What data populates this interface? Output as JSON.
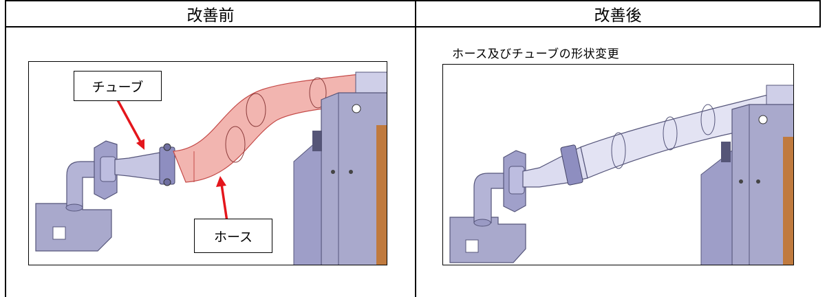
{
  "headers": {
    "before": "改善前",
    "after": "改善後"
  },
  "after_caption": "ホース及びチューブの形状変更",
  "callouts": {
    "tube": "チューブ",
    "hose": "ホース"
  },
  "colors": {
    "hose_before": "#f2b5b0",
    "tube_after": "#e3e3f3",
    "metal": "#a9a9cc",
    "copper": "#c07a3e",
    "arrow": "#e4161c"
  }
}
